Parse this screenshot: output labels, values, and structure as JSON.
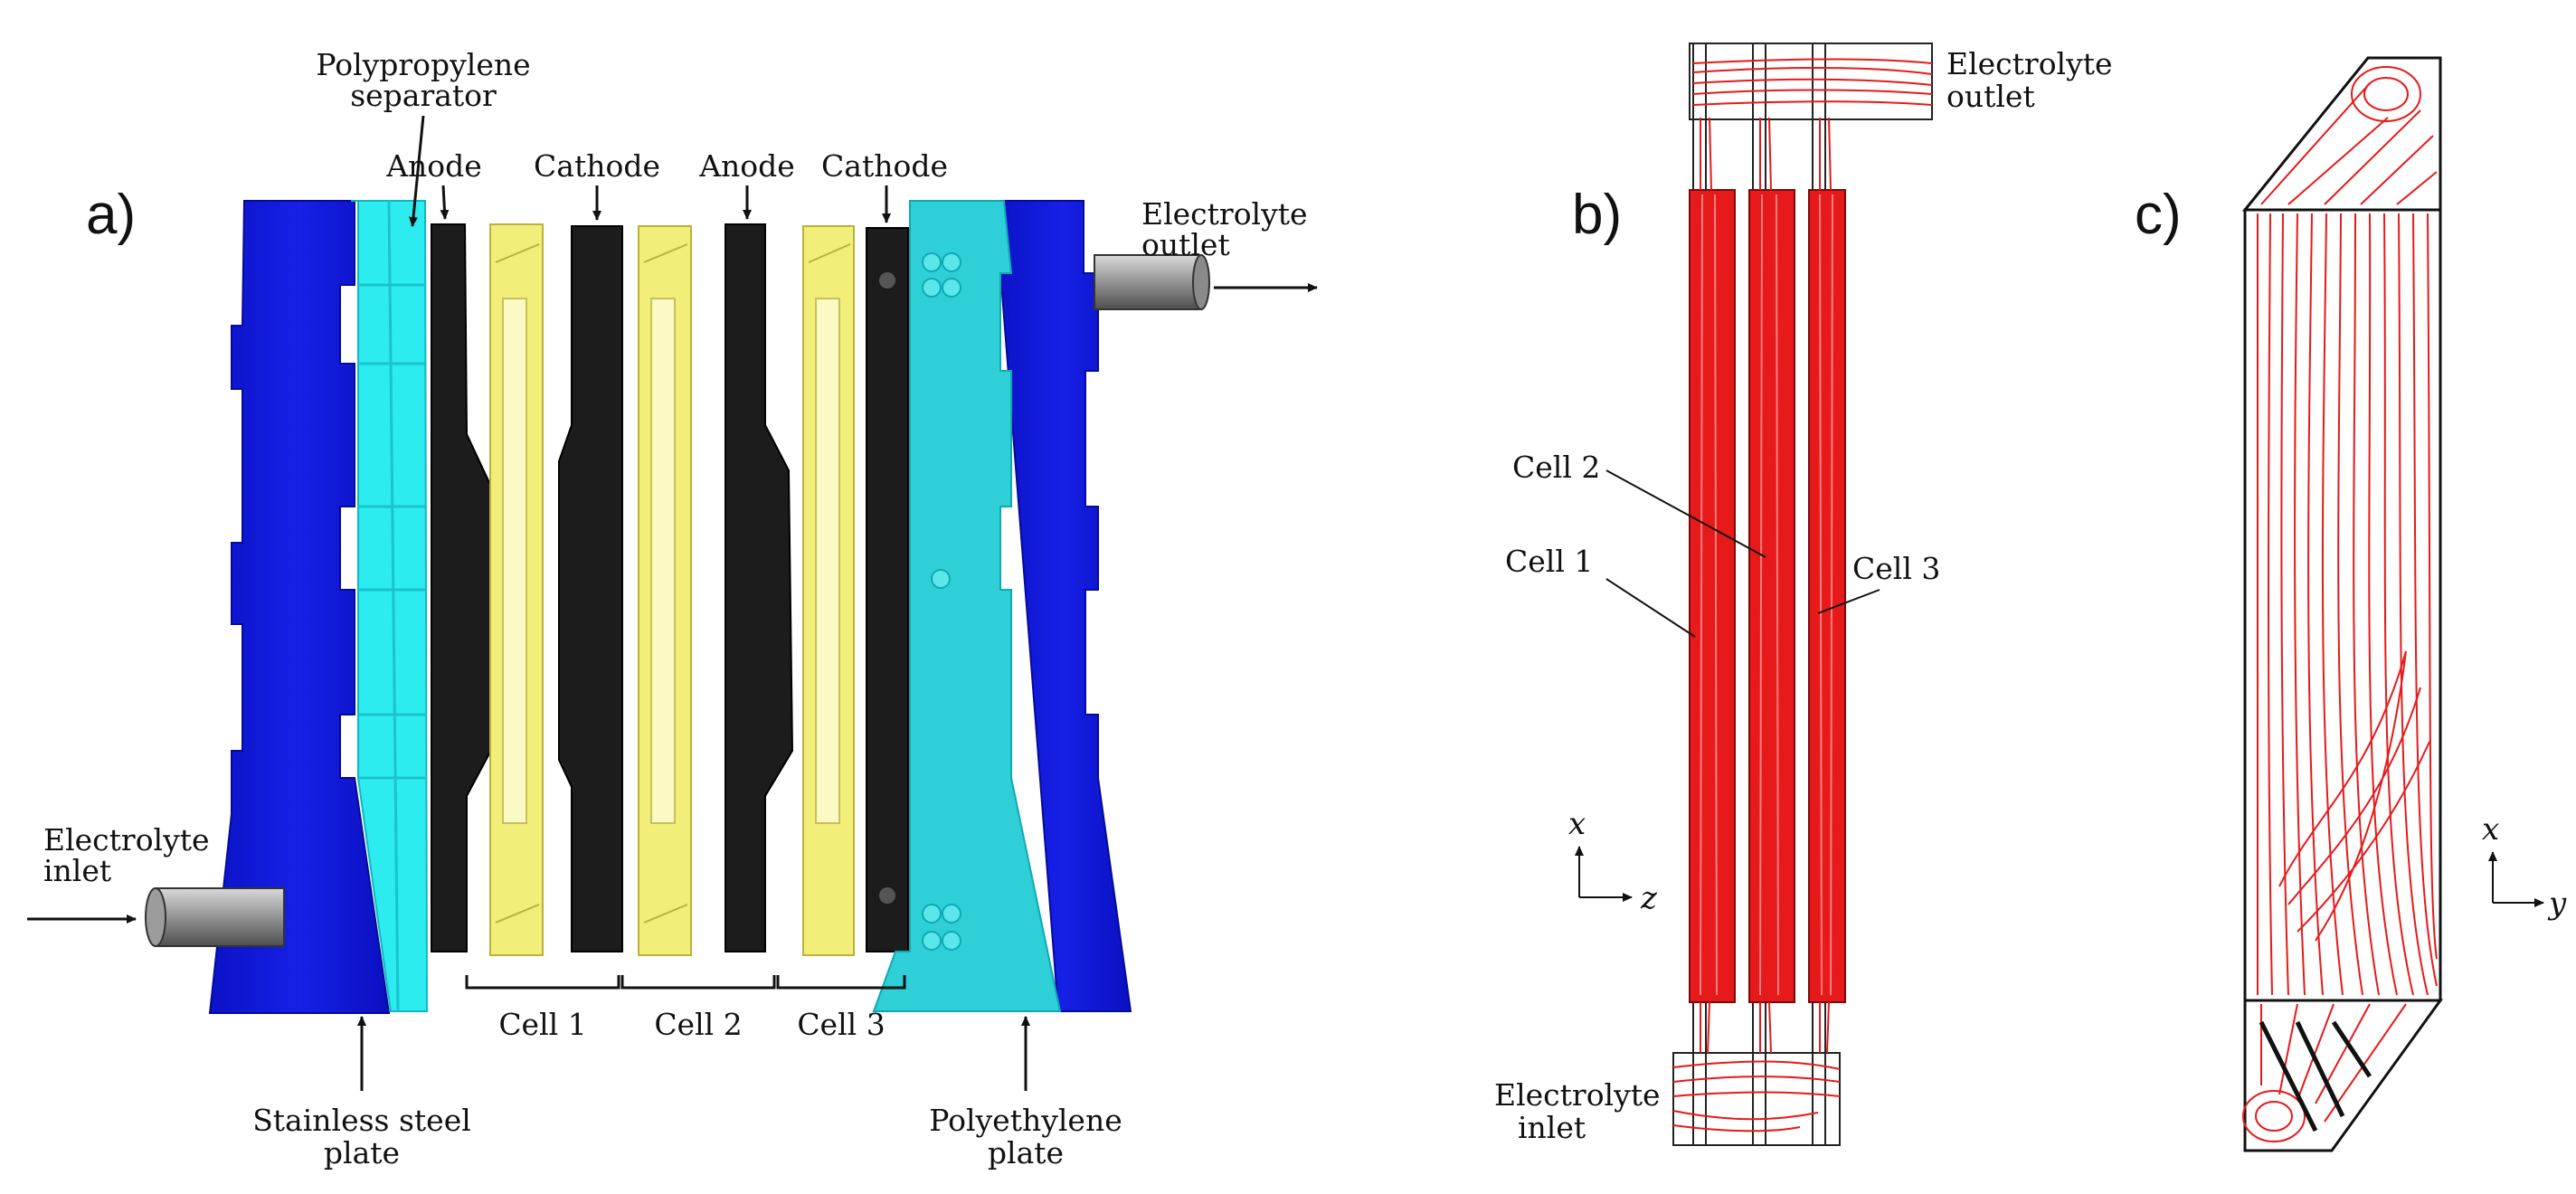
{
  "panels": {
    "a": "a)",
    "b": "b)",
    "c": "c)"
  },
  "labels_a": {
    "separator_line1": "Polypropylene",
    "separator_line2": "separator",
    "anode1": "Anode",
    "cathode1": "Cathode",
    "anode2": "Anode",
    "cathode2": "Cathode",
    "outlet_line1": "Electrolyte",
    "outlet_line2": "outlet",
    "inlet_line1": "Electrolyte",
    "inlet_line2": "inlet",
    "cell1": "Cell 1",
    "cell2": "Cell 2",
    "cell3": "Cell 3",
    "steel_line1": "Stainless steel",
    "steel_line2": "plate",
    "pe_line1": "Polyethylene",
    "pe_line2": "plate"
  },
  "labels_b": {
    "outlet_line1": "Electrolyte",
    "outlet_line2": "outlet",
    "cell1": "Cell 1",
    "cell2": "Cell 2",
    "cell3": "Cell 3",
    "inlet_line1": "Electrolyte",
    "inlet_line2": "inlet",
    "axis_x": "x",
    "axis_z": "z"
  },
  "labels_c": {
    "axis_x": "x",
    "axis_y": "y"
  },
  "colors": {
    "polyethylene": "#0a10d8",
    "steel": "#2ff0f2",
    "electrode": "#1c1c1c",
    "separator": "#f4f07a",
    "pipe": "#8c8c8c",
    "streamline": "#e81818"
  }
}
